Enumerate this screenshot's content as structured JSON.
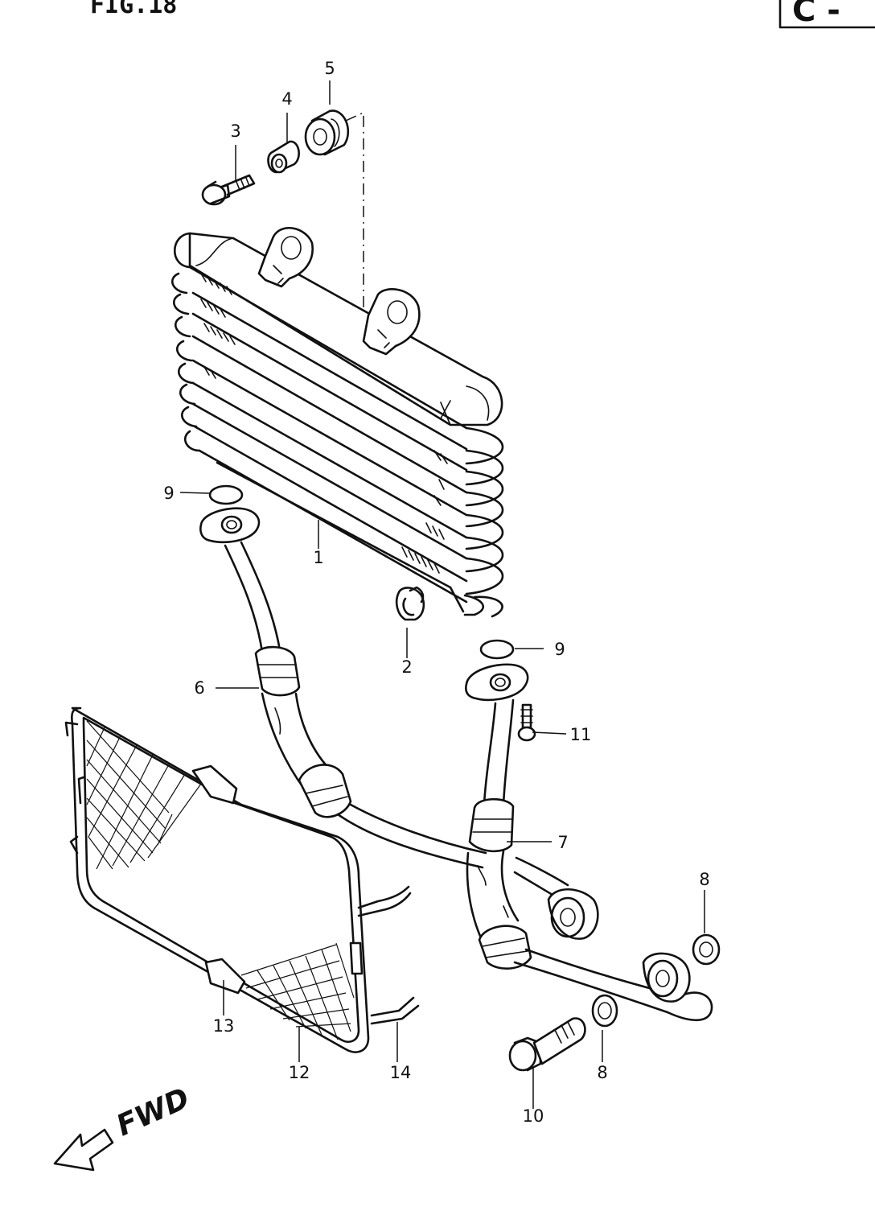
{
  "header": {
    "figure_label": "FIG.18",
    "badge_label": "C -"
  },
  "direction": {
    "label": "FWD"
  },
  "callouts": [
    {
      "id": "c1",
      "number": "1"
    },
    {
      "id": "c2",
      "number": "2"
    },
    {
      "id": "c3",
      "number": "3"
    },
    {
      "id": "c4",
      "number": "4"
    },
    {
      "id": "c5",
      "number": "5"
    },
    {
      "id": "c6",
      "number": "6"
    },
    {
      "id": "c7",
      "number": "7"
    },
    {
      "id": "c8a",
      "number": "8"
    },
    {
      "id": "c8b",
      "number": "8"
    },
    {
      "id": "c9a",
      "number": "9"
    },
    {
      "id": "c9b",
      "number": "9"
    },
    {
      "id": "c10",
      "number": "10"
    },
    {
      "id": "c11",
      "number": "11"
    },
    {
      "id": "c12",
      "number": "12"
    },
    {
      "id": "c13",
      "number": "13"
    },
    {
      "id": "c14",
      "number": "14"
    }
  ]
}
